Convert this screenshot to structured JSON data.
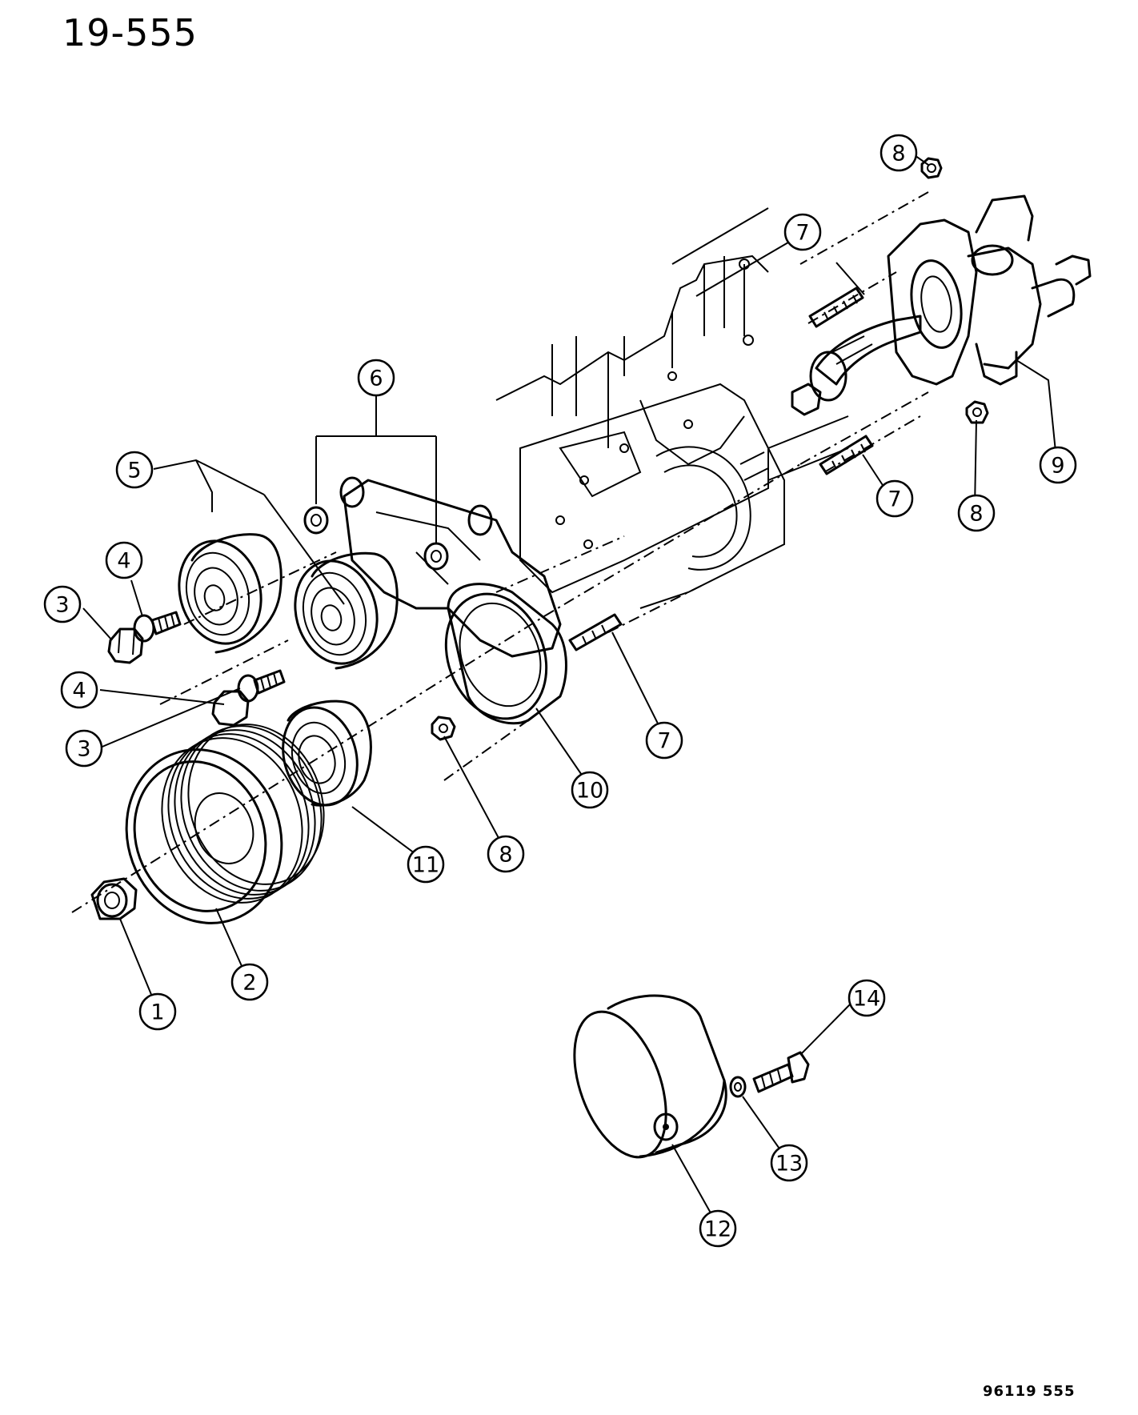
{
  "page_title": "19-555",
  "drawing_code": "96119 555",
  "callouts": [
    "1",
    "2",
    "3",
    "4",
    "3",
    "4",
    "5",
    "6",
    "7",
    "7",
    "7",
    "8",
    "8",
    "8",
    "9",
    "10",
    "11",
    "12",
    "13",
    "14"
  ]
}
